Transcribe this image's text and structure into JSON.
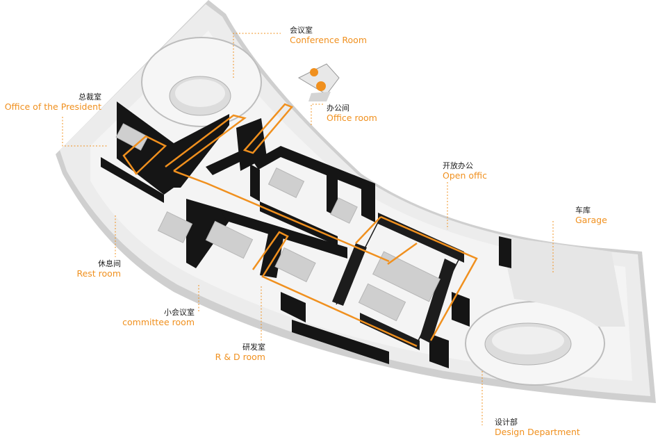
{
  "colors": {
    "accent": "#f0901e",
    "wall": "#151515",
    "floor": "#efefef",
    "slab": "#d9d9d9",
    "furniture": "#c9c9c9"
  },
  "labels": {
    "conference": {
      "cn": "会议室",
      "en": "Conference Room"
    },
    "president": {
      "cn": "总裁室",
      "en": "Office of the President"
    },
    "office": {
      "cn": "办公间",
      "en": "Office room"
    },
    "open_office": {
      "cn": "开放办公",
      "en": "Open offic"
    },
    "garage": {
      "cn": "车库",
      "en": "Garage"
    },
    "rest": {
      "cn": "休息间",
      "en": "Rest room"
    },
    "committee": {
      "cn": "小会议室",
      "en": "committee room"
    },
    "rd": {
      "cn": "研发室",
      "en": "R & D room"
    },
    "design": {
      "cn": "设计部",
      "en": "Design Department"
    }
  }
}
